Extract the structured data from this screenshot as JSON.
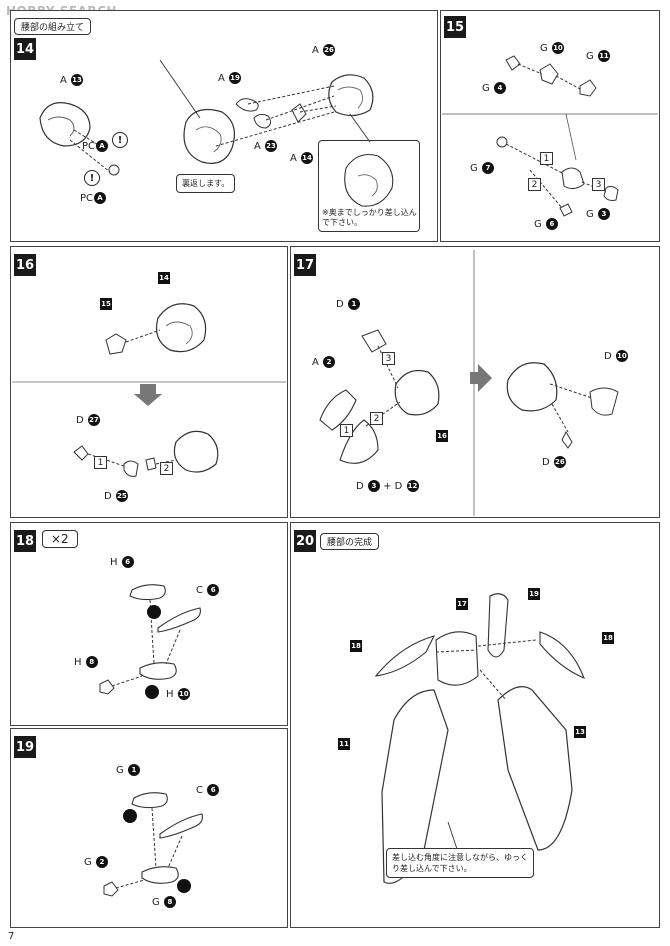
{
  "watermark": "HOBBY SEARCH",
  "page_number": "7",
  "sections": {
    "s14": {
      "title": "腰部の組み立て",
      "step": "14",
      "labels": {
        "a13": "A",
        "pc_a1": "PC",
        "pc_a2": "PC",
        "a26": "A",
        "a19": "A",
        "a23": "A",
        "a14": "A"
      },
      "badges": {
        "a13": "13",
        "a26": "26",
        "a19": "19",
        "a23": "23",
        "a14": "14",
        "pca": "A"
      },
      "note_back": "裏返します。",
      "note_insert": "※奥までしっかり差し込んで下さい。"
    },
    "s15": {
      "step": "15",
      "labels": {
        "g10": "G",
        "g11": "G",
        "g4": "G",
        "g7": "G",
        "g6": "G",
        "g3": "G"
      },
      "badges": {
        "g10": "10",
        "g11": "11",
        "g4": "4",
        "g7": "7",
        "g6": "6",
        "g3": "3"
      },
      "nums": [
        "1",
        "2",
        "3"
      ]
    },
    "s16": {
      "step": "16",
      "parts": {
        "p14": "14",
        "p15": "15"
      },
      "labels": {
        "d27": "D",
        "d25": "D"
      },
      "badges": {
        "d27": "27",
        "d25": "25"
      },
      "nums": [
        "1",
        "2"
      ]
    },
    "s17": {
      "step": "17",
      "labels": {
        "d1": "D",
        "a2": "A",
        "d3": "D",
        "d12": "D",
        "d10": "D",
        "d26": "D"
      },
      "badges": {
        "d1": "1",
        "a2": "2",
        "d3": "3",
        "d12": "12",
        "d10": "10",
        "d26": "26"
      },
      "plus": "+",
      "part16": "16",
      "nums": [
        "1",
        "2",
        "3"
      ]
    },
    "s18": {
      "step": "18",
      "multiplier": "×2",
      "labels": {
        "h6": "H",
        "c6": "C",
        "h8": "H",
        "h10": "H"
      },
      "badges": {
        "h6": "6",
        "c6": "6",
        "h8": "8",
        "h10": "10"
      }
    },
    "s19": {
      "step": "19",
      "labels": {
        "g1": "G",
        "c6": "C",
        "g2": "G",
        "g8": "G"
      },
      "badges": {
        "g1": "1",
        "c6": "6",
        "g2": "2",
        "g8": "8"
      }
    },
    "s20": {
      "step": "20",
      "title": "腰部の完成",
      "parts": {
        "p19": "19",
        "p17": "17",
        "p18a": "18",
        "p18b": "18",
        "p11": "11",
        "p13": "13"
      },
      "note": "差し込む角度に注意しながら、ゆっくり差し込んで下さい。"
    }
  },
  "warning_symbol": "!"
}
